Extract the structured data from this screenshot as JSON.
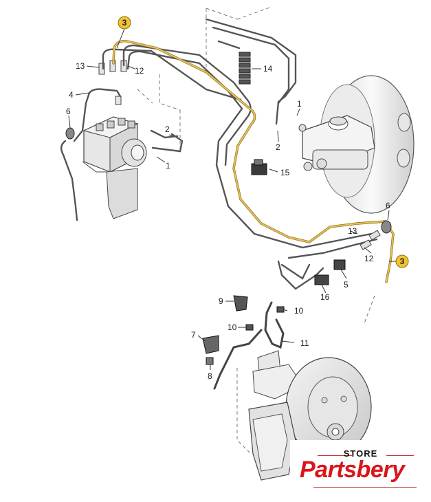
{
  "diagram": {
    "callouts": [
      {
        "id": "c3-top",
        "text": "3",
        "highlight": true
      },
      {
        "id": "c13-left",
        "text": "13"
      },
      {
        "id": "c12-left",
        "text": "12"
      },
      {
        "id": "c4",
        "text": "4"
      },
      {
        "id": "c6-left",
        "text": "6"
      },
      {
        "id": "c2-left",
        "text": "2"
      },
      {
        "id": "c1-left",
        "text": "1"
      },
      {
        "id": "c14",
        "text": "14"
      },
      {
        "id": "c1-right",
        "text": "1"
      },
      {
        "id": "c2-right",
        "text": "2"
      },
      {
        "id": "c15",
        "text": "15"
      },
      {
        "id": "c6-right",
        "text": "6"
      },
      {
        "id": "c13-right",
        "text": "13"
      },
      {
        "id": "c12-right",
        "text": "12"
      },
      {
        "id": "c3-right",
        "text": "3",
        "highlight": true
      },
      {
        "id": "c5",
        "text": "5"
      },
      {
        "id": "c16",
        "text": "16"
      },
      {
        "id": "c9",
        "text": "9"
      },
      {
        "id": "c10-right",
        "text": "10"
      },
      {
        "id": "c10-left",
        "text": "10"
      },
      {
        "id": "c7",
        "text": "7"
      },
      {
        "id": "c11",
        "text": "11"
      },
      {
        "id": "c8",
        "text": "8"
      }
    ],
    "colors": {
      "highlight_line": "#d9b13a",
      "highlight_circle": "#f2c230",
      "pipe": "#555555",
      "part_fill": "#eeeeee",
      "part_stroke": "#444444"
    }
  },
  "logo": {
    "store": "STORE",
    "brand": "Partsbery",
    "brand_color": "#d8161b"
  }
}
